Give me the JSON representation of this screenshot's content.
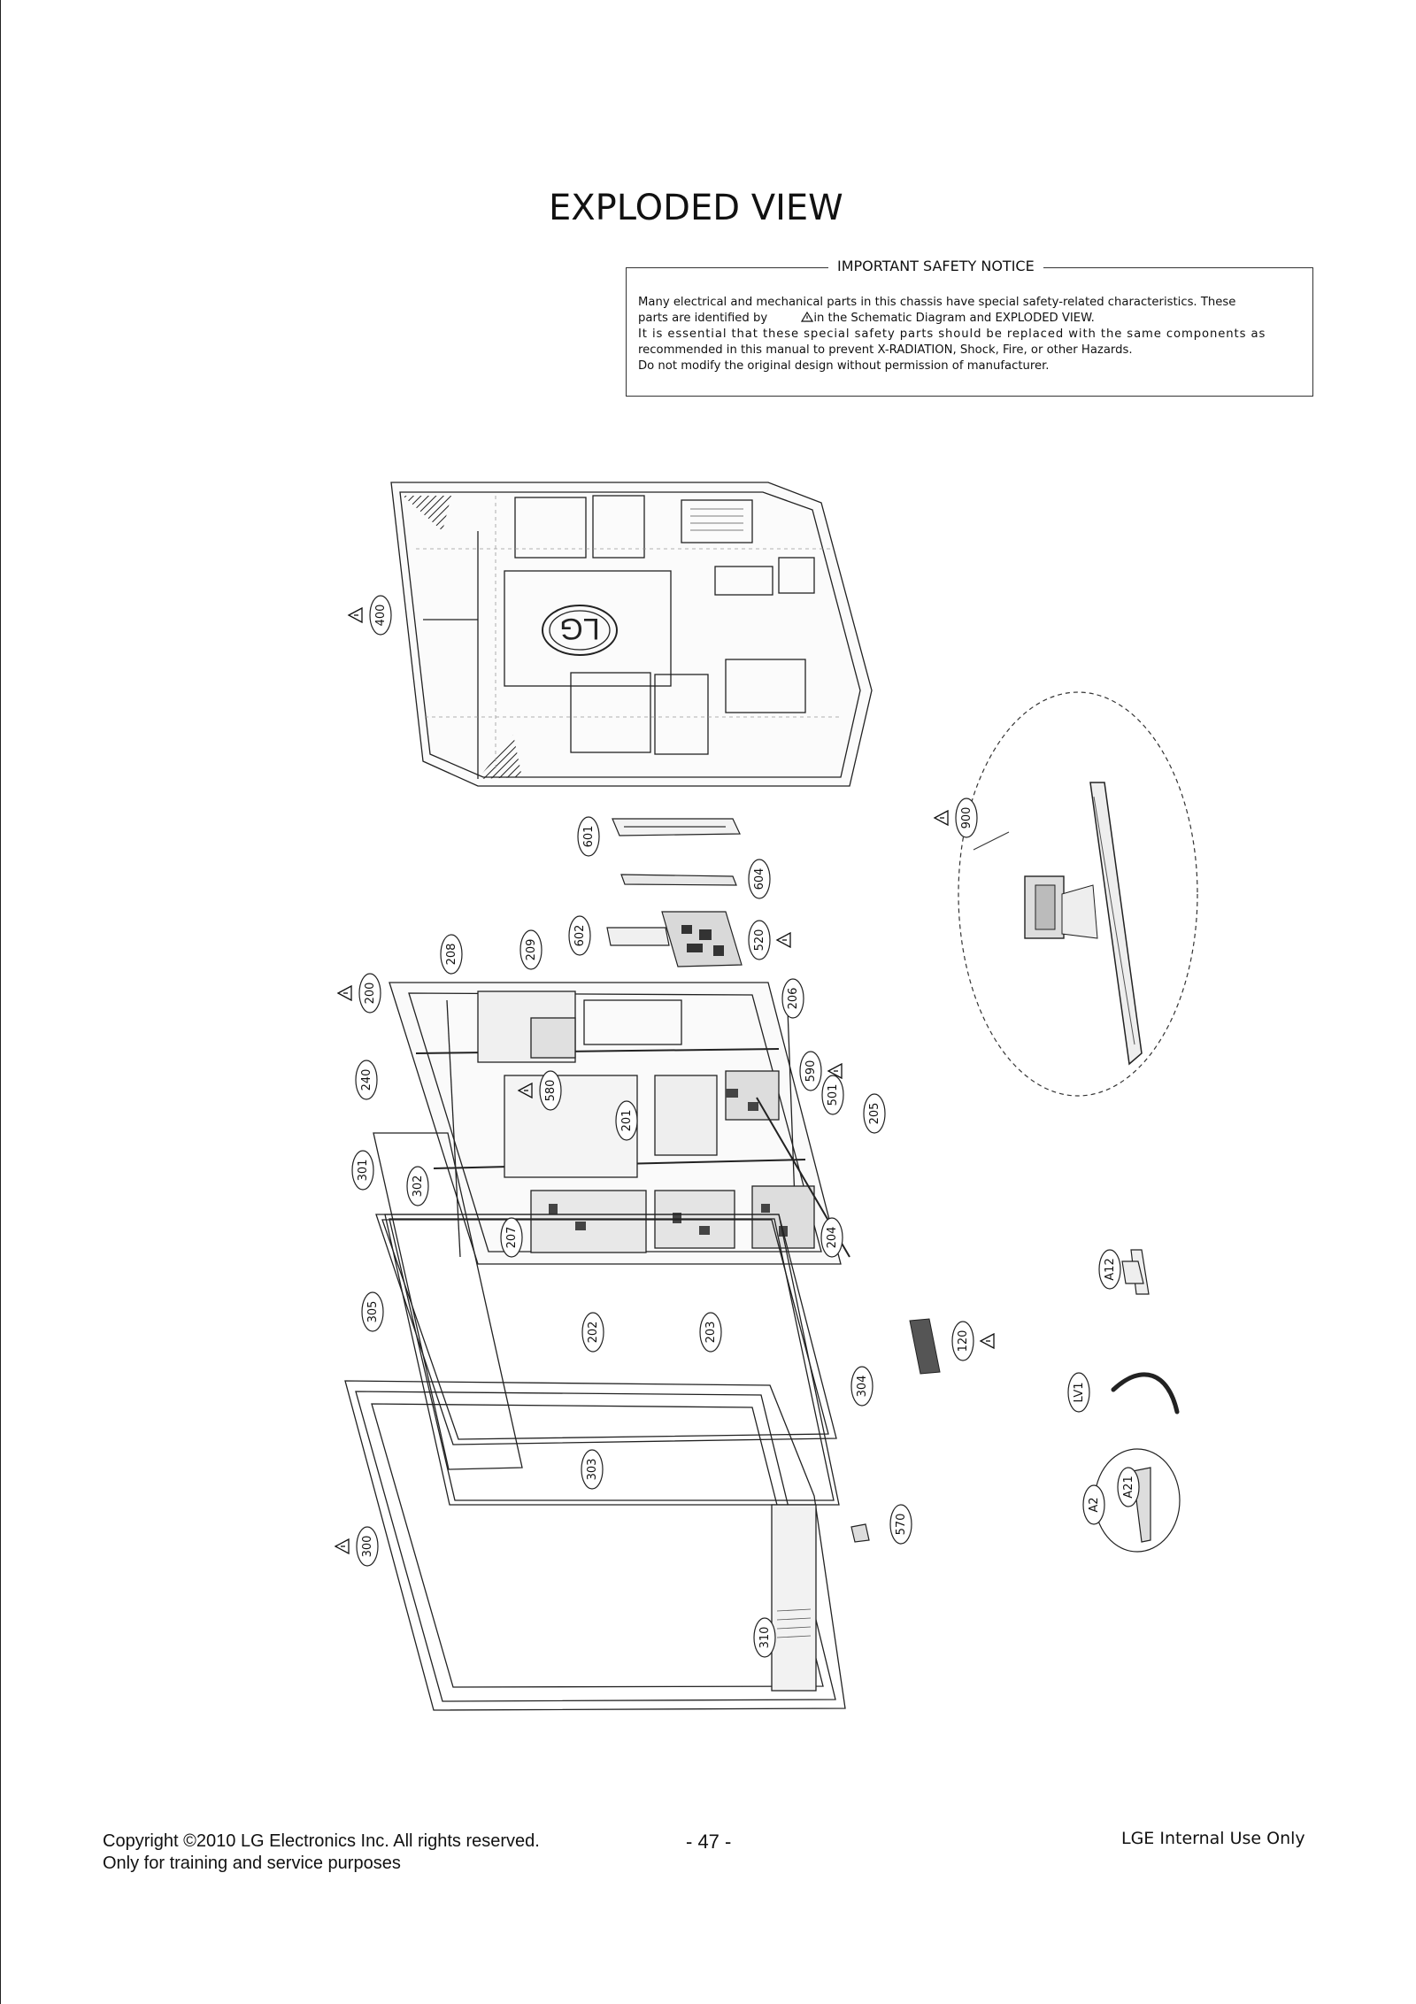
{
  "header": {
    "title": "EXPLODED VIEW"
  },
  "notice": {
    "title": "IMPORTANT SAFETY NOTICE",
    "line1": "Many electrical and mechanical parts in this chassis have special safety-related characteristics. These",
    "line2_pre": "parts are identified by",
    "line2_post": "in the Schematic Diagram and EXPLODED VIEW.",
    "line3": "It is essential that these special safety parts should be replaced with the same components as",
    "line4": "recommended in this manual to prevent X-RADIATION, Shock, Fire, or other Hazards.",
    "line5": "Do not modify the original design without permission of manufacturer."
  },
  "diagram": {
    "back_logo": "LG",
    "callouts": [
      {
        "id": "c400",
        "label": "400",
        "warn": true
      },
      {
        "id": "c601",
        "label": "601",
        "warn": false
      },
      {
        "id": "c604",
        "label": "604",
        "warn": false
      },
      {
        "id": "c602",
        "label": "602",
        "warn": false
      },
      {
        "id": "c520",
        "label": "520",
        "warn": true
      },
      {
        "id": "c900",
        "label": "900",
        "warn": true
      },
      {
        "id": "c208",
        "label": "208",
        "warn": false
      },
      {
        "id": "c209",
        "label": "209",
        "warn": false
      },
      {
        "id": "c200",
        "label": "200",
        "warn": true
      },
      {
        "id": "c206",
        "label": "206",
        "warn": false
      },
      {
        "id": "c590",
        "label": "590",
        "warn": true
      },
      {
        "id": "c501",
        "label": "501",
        "warn": false
      },
      {
        "id": "c580",
        "label": "580",
        "warn": true
      },
      {
        "id": "c240",
        "label": "240",
        "warn": false
      },
      {
        "id": "c201",
        "label": "201",
        "warn": false
      },
      {
        "id": "c205",
        "label": "205",
        "warn": false
      },
      {
        "id": "c301",
        "label": "301",
        "warn": false
      },
      {
        "id": "c302",
        "label": "302",
        "warn": false
      },
      {
        "id": "c207",
        "label": "207",
        "warn": false
      },
      {
        "id": "c204",
        "label": "204",
        "warn": false
      },
      {
        "id": "c305",
        "label": "305",
        "warn": false
      },
      {
        "id": "c202",
        "label": "202",
        "warn": false
      },
      {
        "id": "c203",
        "label": "203",
        "warn": false
      },
      {
        "id": "cA12",
        "label": "A12",
        "warn": false
      },
      {
        "id": "c120",
        "label": "120",
        "warn": true
      },
      {
        "id": "c304",
        "label": "304",
        "warn": false
      },
      {
        "id": "cLV1",
        "label": "LV1",
        "warn": false
      },
      {
        "id": "c303",
        "label": "303",
        "warn": false
      },
      {
        "id": "cA2",
        "label": "A2",
        "warn": false
      },
      {
        "id": "cA21",
        "label": "A21",
        "warn": false
      },
      {
        "id": "c570",
        "label": "570",
        "warn": false
      },
      {
        "id": "c300",
        "label": "300",
        "warn": true
      },
      {
        "id": "c310",
        "label": "310",
        "warn": false
      }
    ]
  },
  "footer": {
    "copyright": "Copyright ©2010 LG Electronics Inc. All rights reserved.",
    "purpose": "Only for training and service purposes",
    "page": "- 47 -",
    "internal": "LGE Internal Use Only"
  }
}
